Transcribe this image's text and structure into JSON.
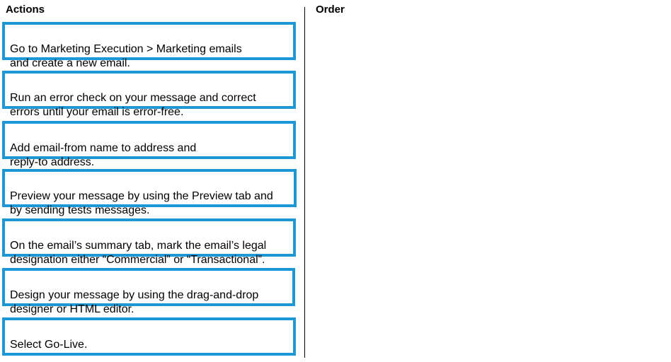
{
  "actions": {
    "heading": "Actions",
    "items": [
      {
        "text": "Go to Marketing Execution > Marketing emails\nand create a new email."
      },
      {
        "text": "Run an error check on your message and correct\nerrors until your email is  error-free."
      },
      {
        "text": "Add email-from name to address and\nreply-to address."
      },
      {
        "text": "Preview your message by using the Preview tab and\nby sending tests messages."
      },
      {
        "text": "On the email’s summary tab, mark the email’s legal\ndesignation either  “Commercial” or “Transactional”."
      },
      {
        "text": "Design your message by using the drag-and-drop\ndesigner or HTML editor."
      },
      {
        "text": "Select Go-Live."
      }
    ]
  },
  "order": {
    "heading": "Order"
  },
  "colors": {
    "card_border": "#1e98d4",
    "divider": "#000000"
  }
}
